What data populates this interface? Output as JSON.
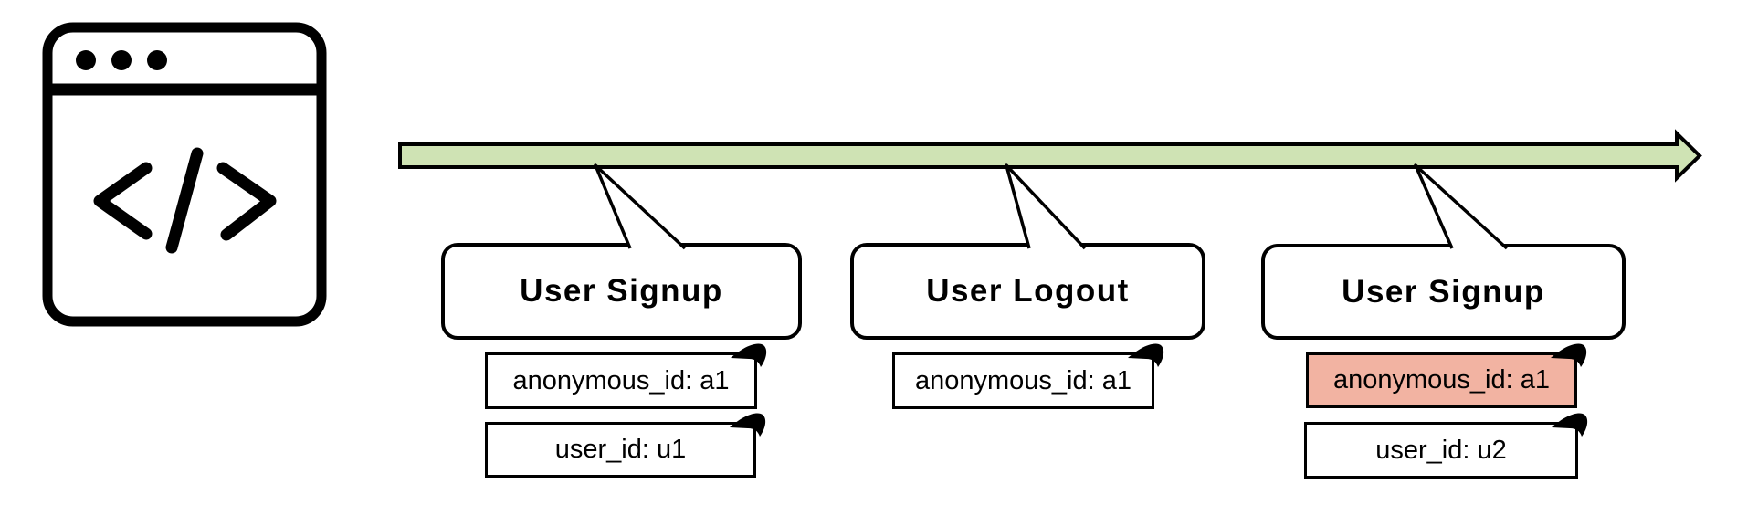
{
  "diagram": {
    "source_icon": "browser-code-icon",
    "timeline": {
      "direction": "left-to-right",
      "shape": "arrow"
    },
    "events": [
      {
        "title": "User Signup",
        "properties": [
          {
            "text": "anonymous_id: a1",
            "highlight": false
          },
          {
            "text": "user_id: u1",
            "highlight": false
          }
        ]
      },
      {
        "title": "User Logout",
        "properties": [
          {
            "text": "anonymous_id: a1",
            "highlight": false
          }
        ]
      },
      {
        "title": "User Signup",
        "properties": [
          {
            "text": "anonymous_id: a1",
            "highlight": true
          },
          {
            "text": "user_id: u2",
            "highlight": false
          }
        ]
      }
    ],
    "colors": {
      "timeline_fill": "#cfe3b4",
      "highlight_fill": "#f2b3a2",
      "stroke": "#000000",
      "background": "#ffffff"
    }
  }
}
